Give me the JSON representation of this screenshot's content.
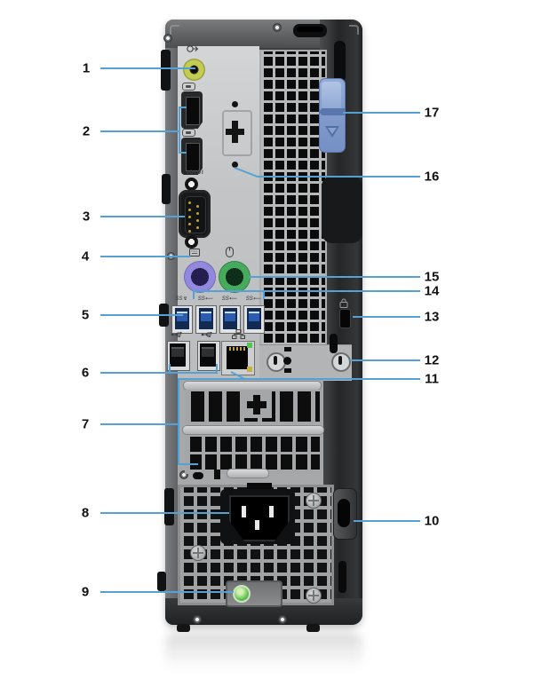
{
  "figure": {
    "title": "Rear panel callout diagram of a small-form-factor desktop tower",
    "view": "back view",
    "style": "numbered leader-line diagram on white background"
  },
  "callouts": {
    "left": [
      {
        "number": "1",
        "target": "audio-line-out-port"
      },
      {
        "number": "2",
        "target": "displayports"
      },
      {
        "number": "3",
        "target": "serial-port"
      },
      {
        "number": "4",
        "target": "ps2-keyboard-port"
      },
      {
        "number": "5",
        "target": "usb-3-port"
      },
      {
        "number": "6",
        "target": "usb-2-ports"
      },
      {
        "number": "7",
        "target": "expansion-card-slots"
      },
      {
        "number": "8",
        "target": "power-connector-port"
      },
      {
        "number": "9",
        "target": "power-supply-diagnostic-light"
      }
    ],
    "right": [
      {
        "number": "17",
        "target": "release-latch"
      },
      {
        "number": "16",
        "target": "optional-port-knockout"
      },
      {
        "number": "15",
        "target": "ps2-mouse-port"
      },
      {
        "number": "14",
        "target": "usb-3-ports"
      },
      {
        "number": "13",
        "target": "security-cable-slot"
      },
      {
        "number": "12",
        "target": "external-antenna-connectors"
      },
      {
        "number": "11",
        "target": "network-port"
      },
      {
        "number": "10",
        "target": "padlock-ring"
      }
    ]
  },
  "icons": {
    "serial_port_label": "IOIOI",
    "usb3_labels": [
      "SS↯",
      "SS⟵",
      "SS⟵",
      "SS⟵"
    ],
    "names": [
      "line-out-icon",
      "displayport-icon",
      "serial-port-icon",
      "keyboard-icon",
      "mouse-icon",
      "superspeed-usb-icon",
      "usb-icon",
      "network-icon",
      "security-lock-icon"
    ]
  },
  "colors": {
    "leader_line": "#56a1d4",
    "label_text": "#111111",
    "audio_lineout_green": "#c2cb52",
    "usb3_blue": "#2b5cb0",
    "ps2_keyboard_purple": "#9289de",
    "ps2_mouse_green": "#47ab5d",
    "latch_blue": "#7e98ca",
    "power_led_green": "#62c453",
    "ethernet_led_green": "#51c553",
    "ethernet_led_amber": "#c9b23c"
  }
}
